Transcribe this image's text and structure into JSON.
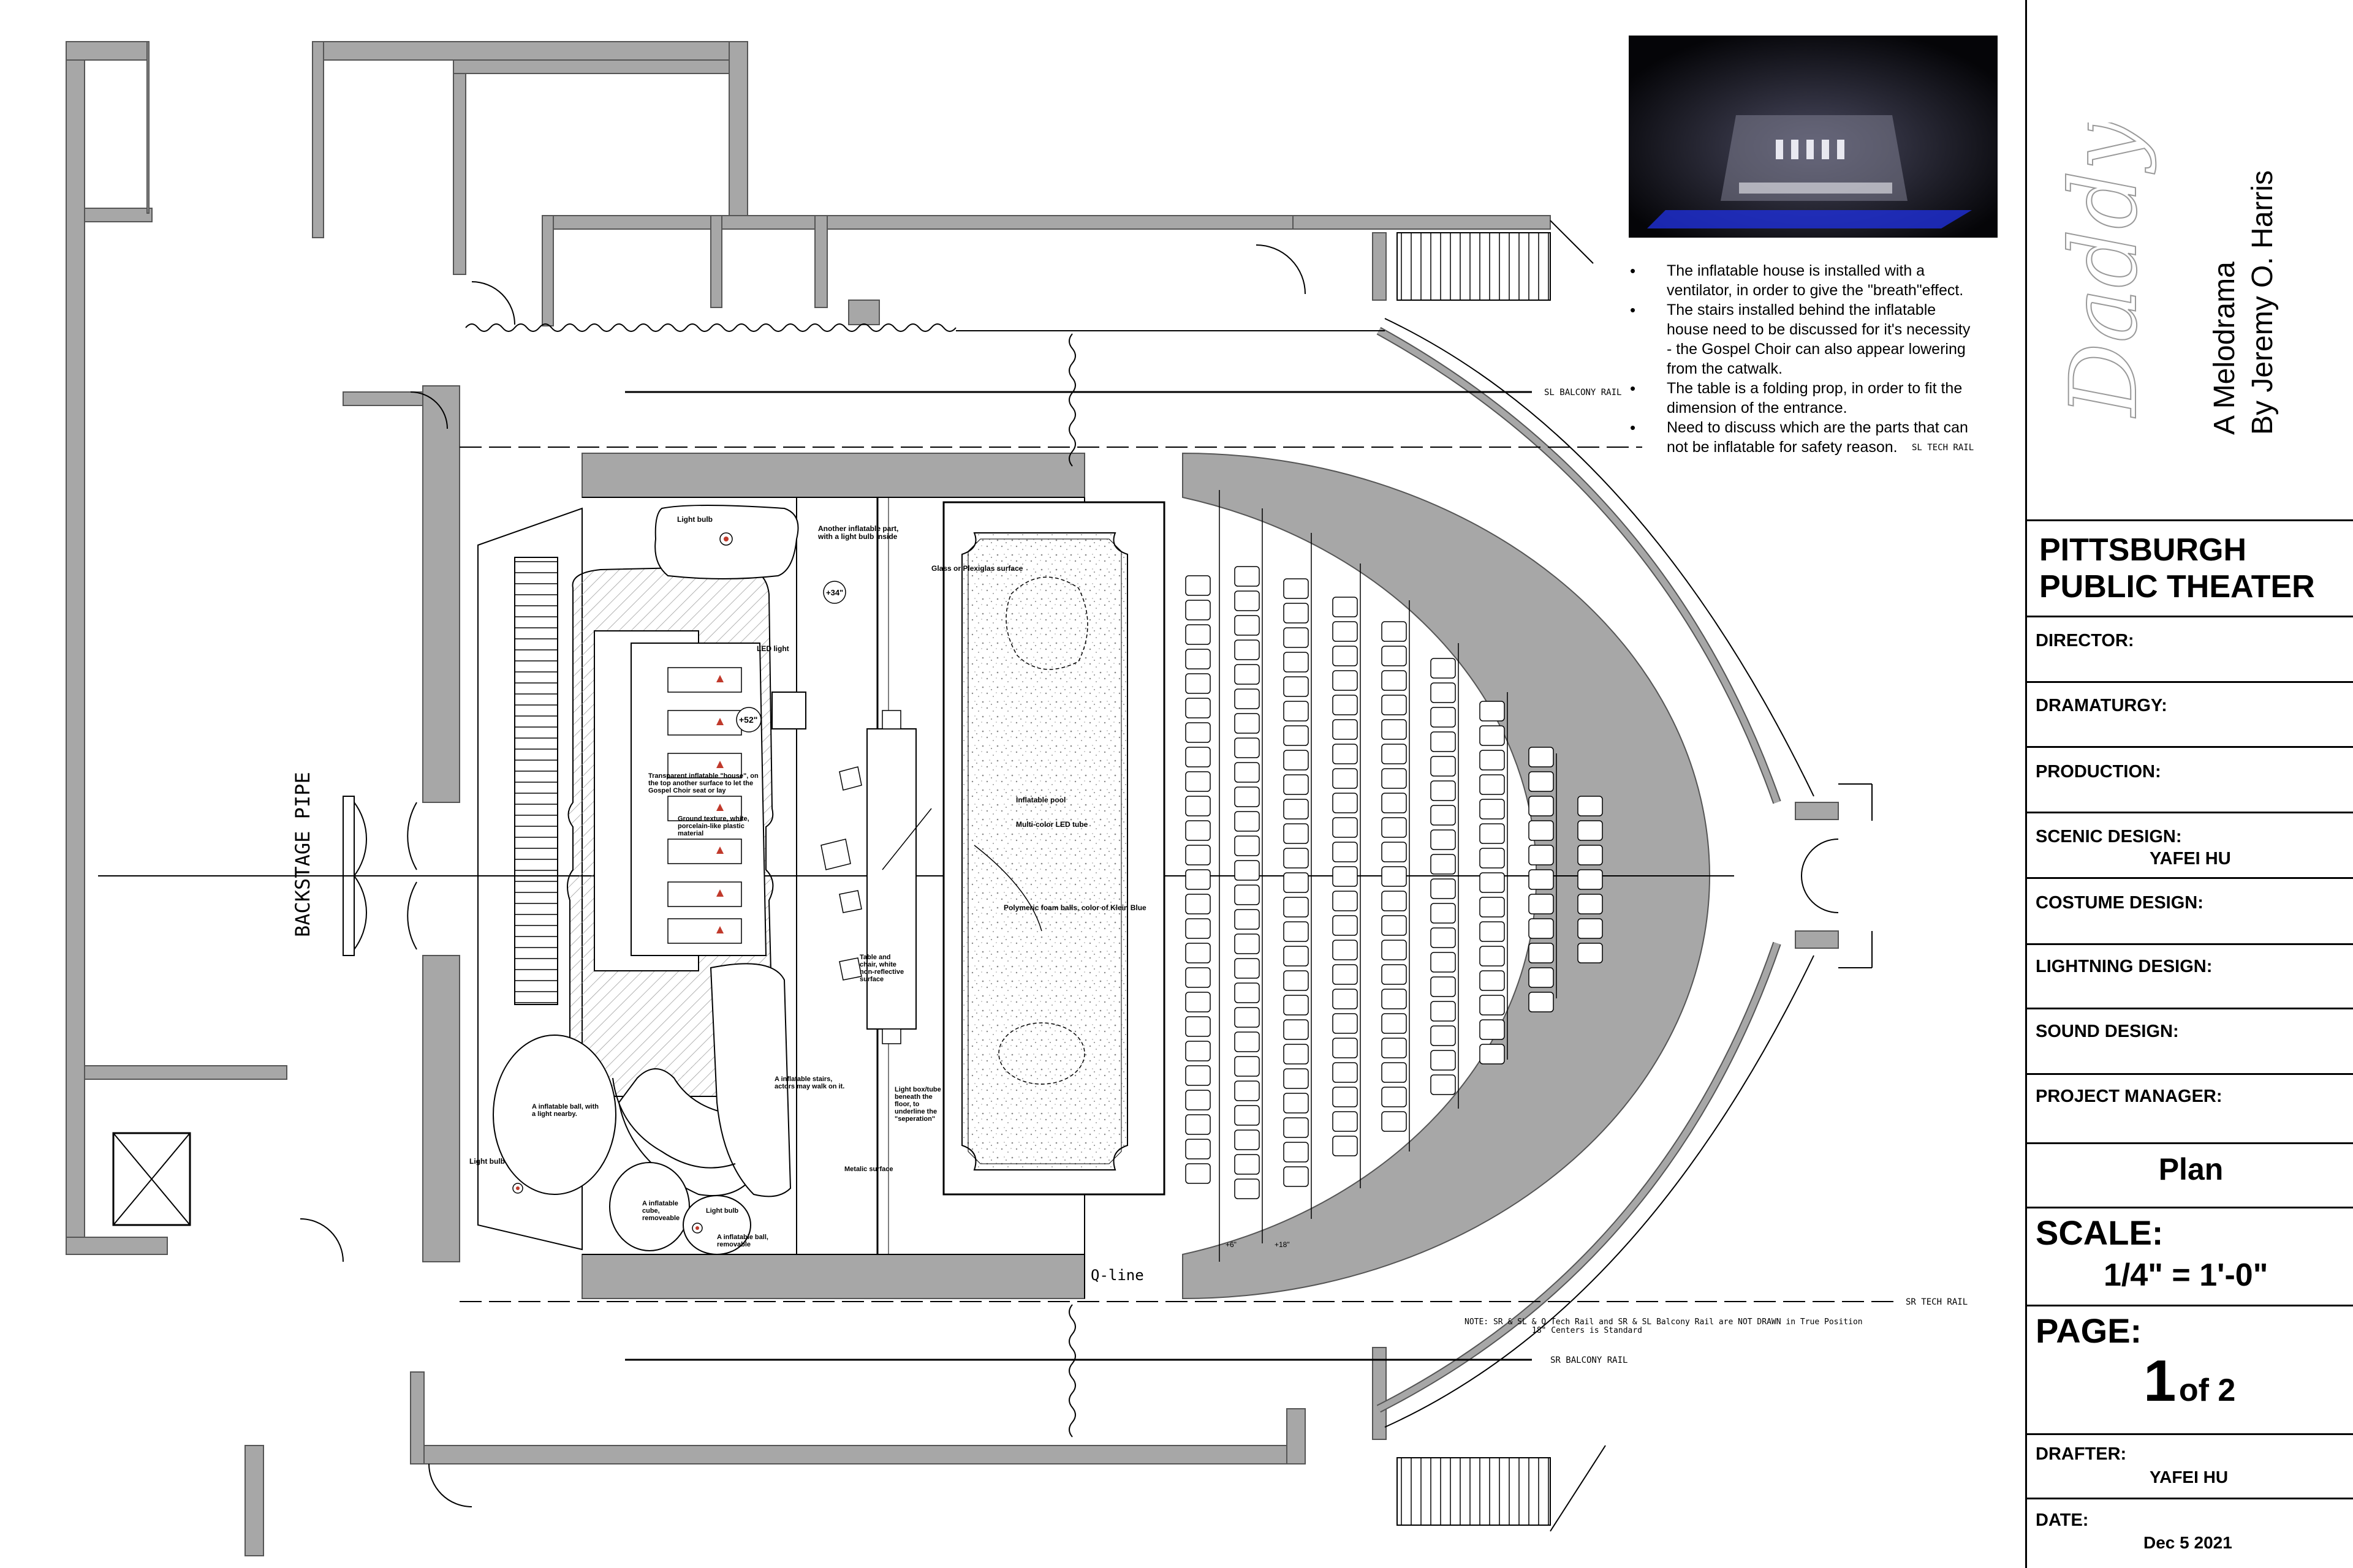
{
  "notes": [
    "The inflatable house is installed with a ventilator, in order to give the \"breath\"effect.",
    "The stairs installed behind the inflatable house need to be discussed for it's necessity - the Gospel Choir can also appear lowering from the catwalk.",
    "The table is a folding prop, in order to fit the dimension of the entrance.",
    "Need to discuss which are the parts that can not be inflatable for safety reason."
  ],
  "title_block": {
    "show_title": "Daddy",
    "subtitle_line1": "A Melodrama",
    "subtitle_line2": "By Jeremy O. Harris",
    "theater": "PITTSBURGH PUBLIC THEATER",
    "director_label": "DIRECTOR:",
    "dramaturgy_label": "DRAMATURGY:",
    "production_label": "PRODUCTION:",
    "scenic_label": "SCENIC DESIGN:",
    "scenic_value": "YAFEI HU",
    "costume_label": "COSTUME DESIGN:",
    "lightning_label": "LIGHTNING DESIGN:",
    "sound_label": "SOUND DESIGN:",
    "pm_label": "PROJECT MANAGER:",
    "sheet_title": "Plan",
    "scale_label": "SCALE:",
    "scale_value": "1/4\" = 1'-0\"",
    "page_label": "PAGE:",
    "page_number": "1",
    "page_of": "of 2",
    "drafter_label": "DRAFTER:",
    "drafter_value": "YAFEI HU",
    "date_label": "DATE:",
    "date_value": "Dec 5 2021"
  },
  "plan_labels": {
    "backstage_pipe": "BACKSTAGE PIPE",
    "sl_balcony_rail": "SL BALCONY RAIL",
    "sl_tech_rail": "SL TECH RAIL",
    "sr_tech_rail": "SR TECH RAIL",
    "sr_balcony_rail": "SR BALCONY RAIL",
    "q_line": "Q-line",
    "note_line1": "NOTE:   SR & SL & Q Tech Rail and SR & SL Balcony Rail are NOT DRAWN in True Position",
    "note_line2": "18\" Centers is Standard",
    "elev_34": "+34\"",
    "elev_52": "+52\"",
    "elev_6": "+6\"",
    "elev_18": "+18\"",
    "light_bulb_top": "Light bulb",
    "another_inflatable": "Another inflatable part, with a light bulb inside",
    "glass_surface": "Glass or Plexiglas surface",
    "led_light": "LED light",
    "transparent_house": "Transparent inflatable \"house\", on the top another surface to let the Gospel Choir seat or lay",
    "ground_texture": "Ground texture, white, porcelain-like plastic material",
    "inflatable_pool": "Inflatable pool",
    "multicolor_led": "Multi-color LED tube",
    "foam_balls": "Polymeric foam balls, color of Klein Blue",
    "table_chair": "Table and chair, white non-reflective surface",
    "inflatable_ball_light": "A inflatable ball, with a light nearby.",
    "inflatable_stairs": "A inflatable stairs, actors may walk on it.",
    "light_box": "Light box/tube beneath the floor, to underline the \"seperation\"",
    "light_bulb_left": "Light bulb",
    "metalic_surface": "Metalic surface",
    "inflatable_cube": "A inflatable cube, removeable",
    "light_bulb_small": "Light bulb",
    "inflatable_ball_removable": "A inflatable ball, removable"
  },
  "colors": {
    "wall": "#a7a7a7",
    "line": "#000000",
    "render_bg": "#050508",
    "render_glow": "#2a3cff"
  }
}
